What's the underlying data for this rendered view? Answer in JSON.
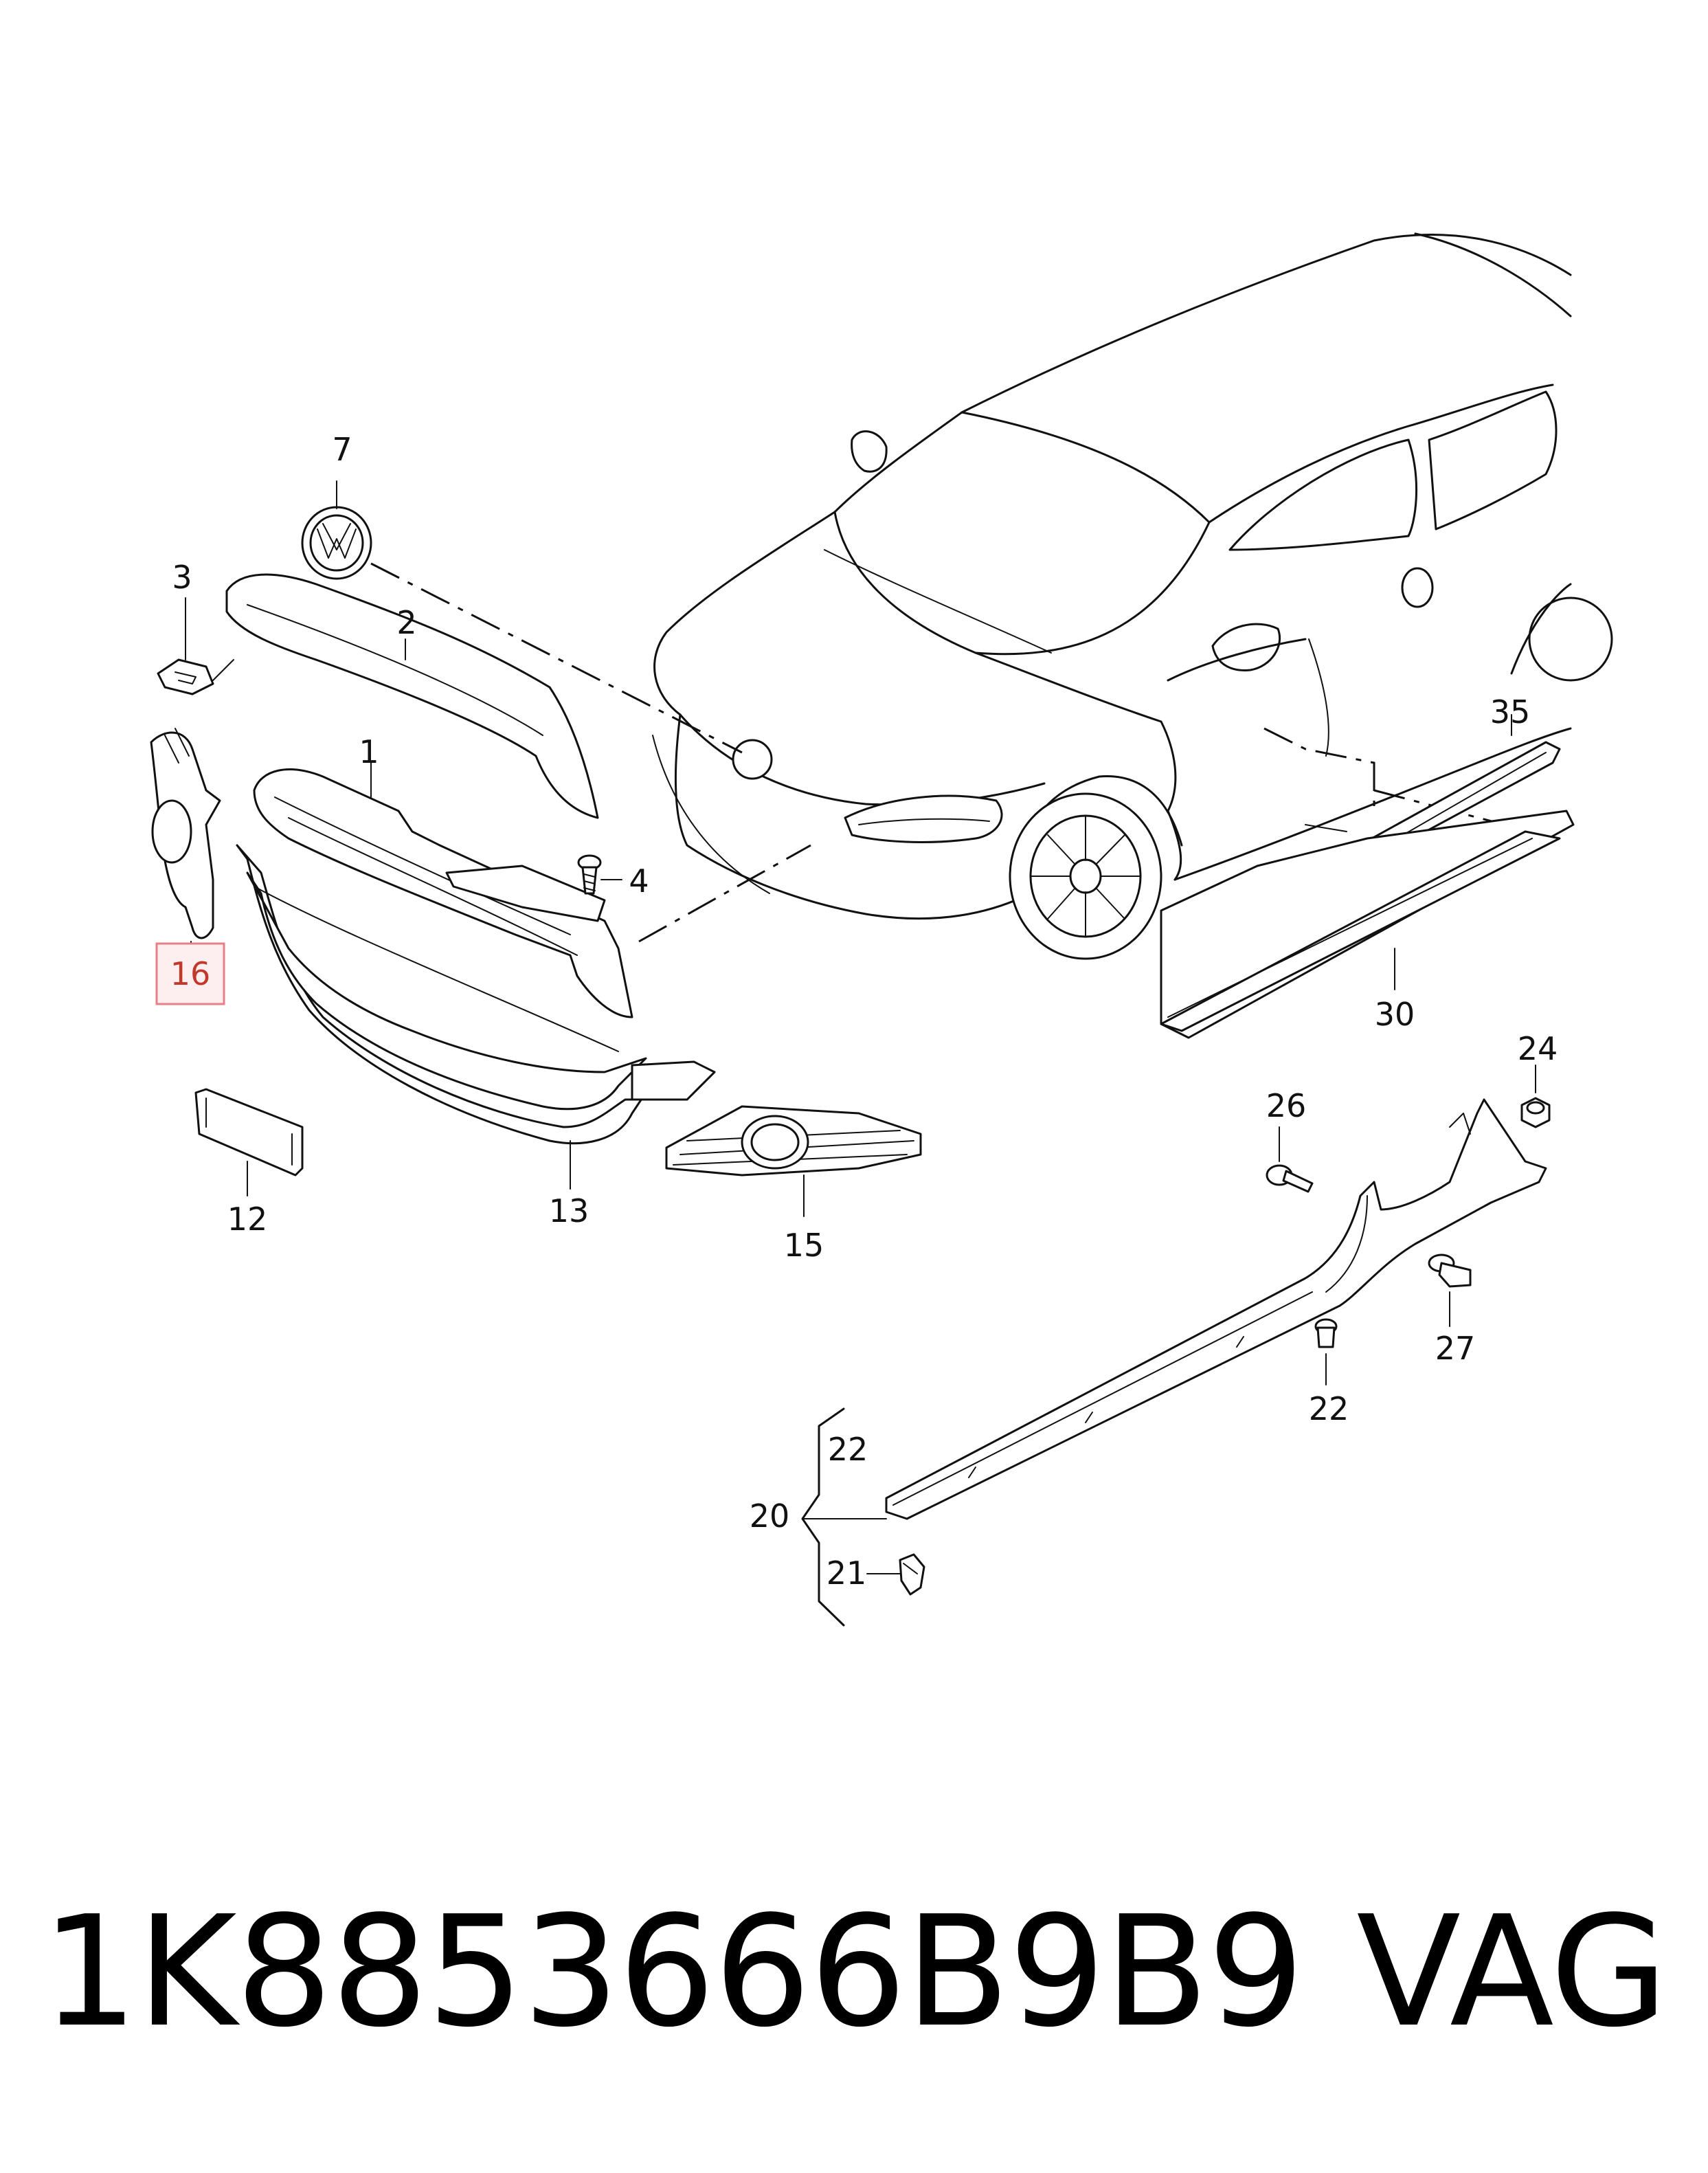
{
  "diagram": {
    "callouts": {
      "c1": "1",
      "c2": "2",
      "c3": "3",
      "c4": "4",
      "c7": "7",
      "c12": "12",
      "c13": "13",
      "c15": "15",
      "c16": "16",
      "c20": "20",
      "c21": "21",
      "c22a": "22",
      "c22b": "22",
      "c24": "24",
      "c26": "26",
      "c27": "27",
      "c30": "30",
      "c35": "35"
    },
    "highlight_color": "#e87f87"
  },
  "footer": {
    "part_number": "1K8853666B9B9",
    "brand": "VAG"
  }
}
